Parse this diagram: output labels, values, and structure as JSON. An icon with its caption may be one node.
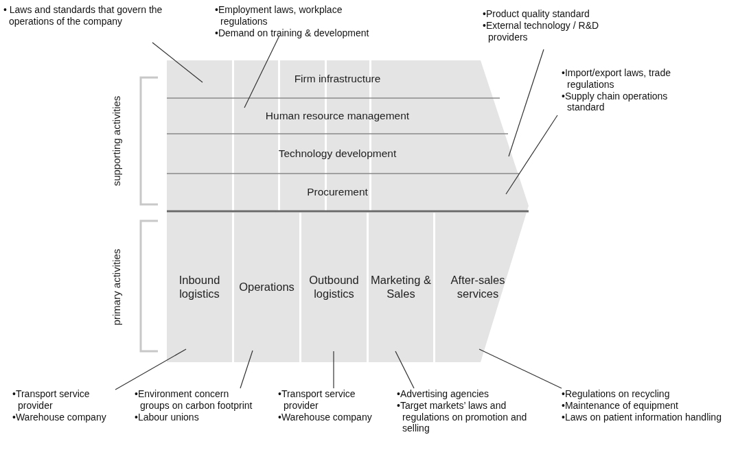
{
  "diagram": {
    "nodes": [
      {
        "text": [
          "Firm infrastructure"
        ]
      },
      {
        "text": [
          "Human resource management"
        ]
      },
      {
        "text": [
          "Technology development"
        ]
      },
      {
        "text": [
          "Procurement"
        ]
      },
      {
        "text": [
          "Inbound logistics"
        ]
      },
      {
        "text": [
          "Operations"
        ]
      },
      {
        "text": [
          "Outbound logistics"
        ]
      },
      {
        "text": [
          "Marketing & Sales"
        ]
      },
      {
        "text": [
          "After-sales services"
        ]
      },
      {
        "text": [
          "• Laws and standards that govern the operations of the company"
        ]
      },
      {
        "text": [
          "•Employment laws, workplace regulations",
          "•Demand on training & development"
        ]
      },
      {
        "text": [
          "•Product quality standard",
          "•External technology / R&D providers"
        ]
      },
      {
        "text": [
          "•Import/export laws, trade regulations",
          "•Supply chain operations standard"
        ]
      },
      {
        "text": [
          "•Transport service provider",
          "•Warehouse company"
        ]
      },
      {
        "text": [
          "•Environment concern groups on carbon footprint",
          "•Labour unions"
        ]
      },
      {
        "text": [
          "•Transport service provider",
          "•Warehouse company"
        ]
      },
      {
        "text": [
          "•Advertising agencies",
          "•Target markets’ laws and regulations on promotion and selling"
        ]
      },
      {
        "text": [
          "•Regulations on recycling",
          "•Maintenance of equipment",
          "•Laws on patient information handling"
        ]
      }
    ],
    "edges": [
      {
        "from": 9,
        "to": 0,
        "arrow": "none"
      },
      {
        "from": 10,
        "to": 1,
        "arrow": "none"
      },
      {
        "from": 11,
        "to": 2,
        "arrow": "none"
      },
      {
        "from": 12,
        "to": 3,
        "arrow": "none"
      },
      {
        "from": 13,
        "to": 4,
        "arrow": "none"
      },
      {
        "from": 14,
        "to": 5,
        "arrow": "none"
      },
      {
        "from": 15,
        "to": 6,
        "arrow": "none"
      },
      {
        "from": 16,
        "to": 7,
        "arrow": "none"
      },
      {
        "from": 17,
        "to": 8,
        "arrow": "none"
      }
    ],
    "labels": [
      "supporting activities",
      "primary activities"
    ]
  }
}
